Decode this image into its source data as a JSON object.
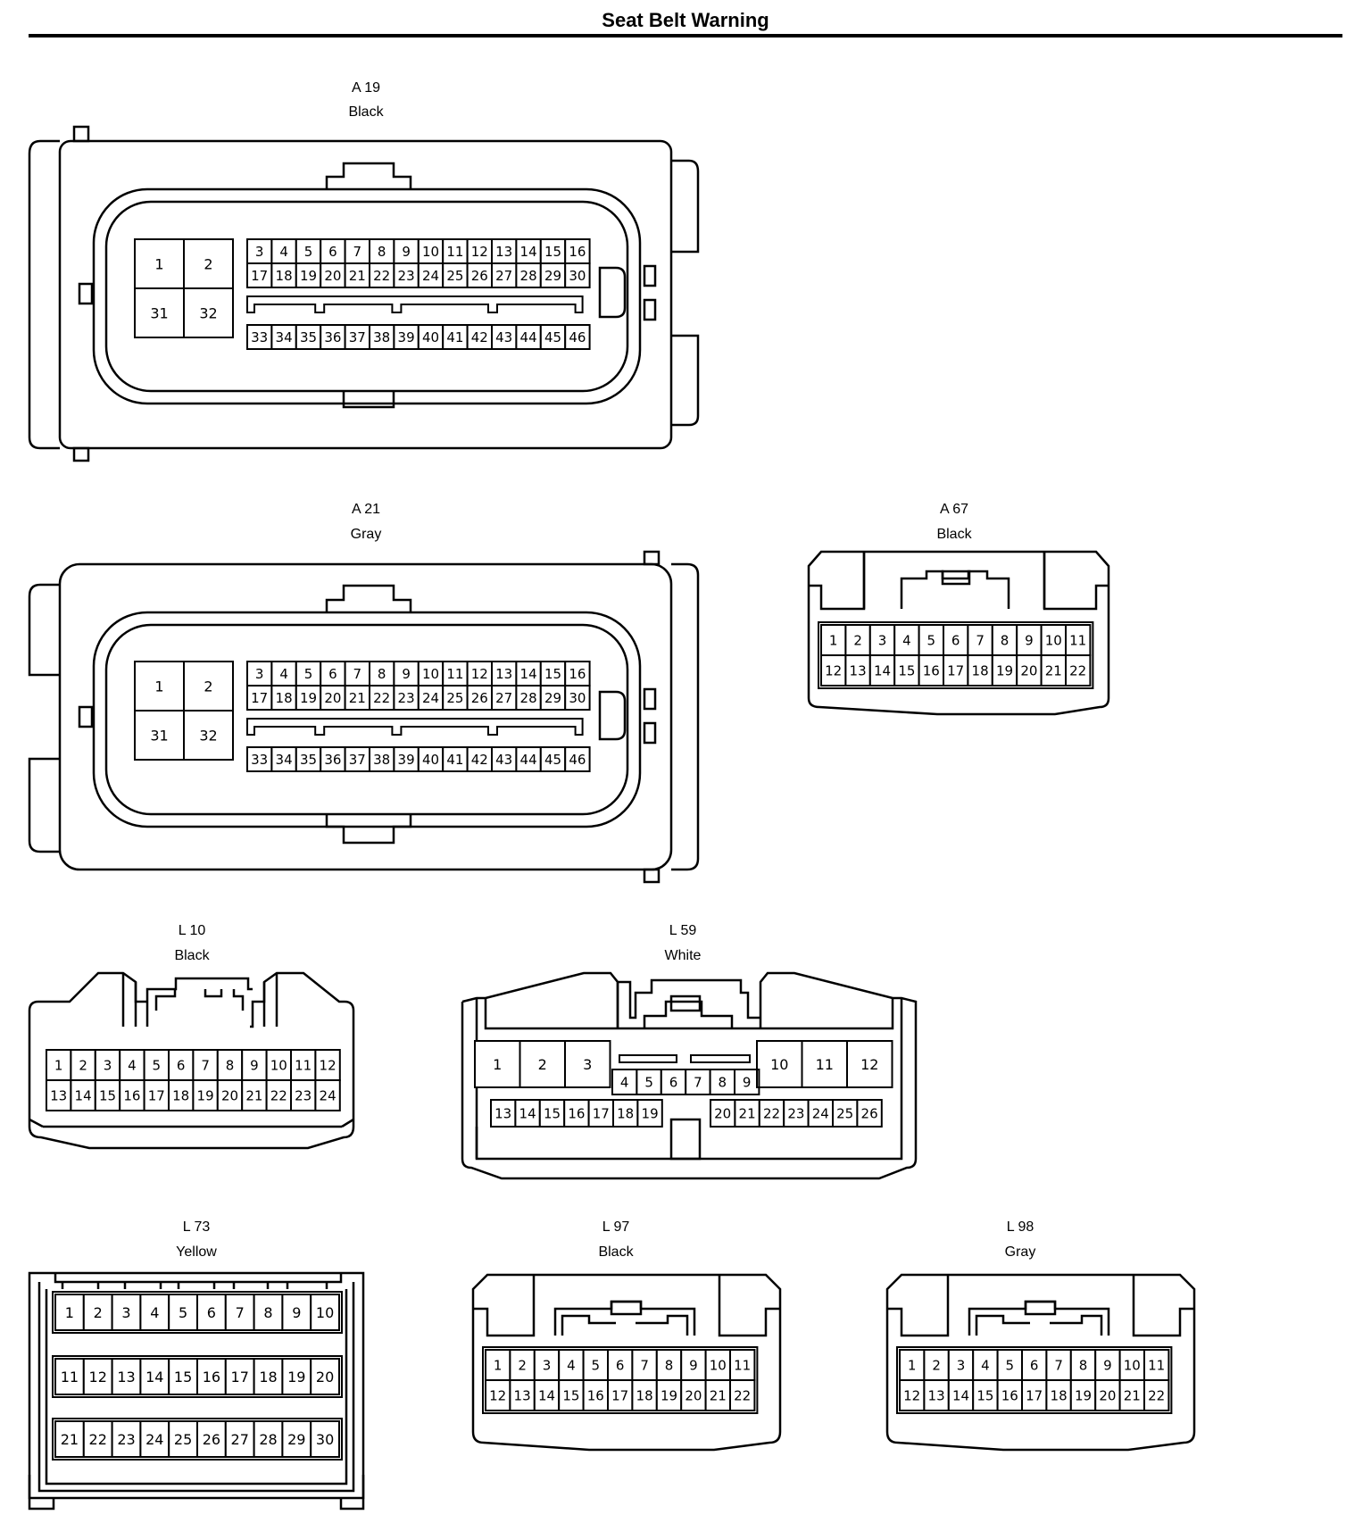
{
  "page": {
    "title": "Seat Belt Warning"
  },
  "connectors": [
    {
      "key": "a19",
      "id": "A 19",
      "color": "Black",
      "style": "ecu",
      "pins": {
        "blocks": [
          [
            "1",
            "2"
          ],
          [
            "31",
            "32"
          ]
        ],
        "row1": [
          "3",
          "4",
          "5",
          "6",
          "7",
          "8",
          "9",
          "10",
          "11",
          "12",
          "13",
          "14",
          "15",
          "16"
        ],
        "row2": [
          "17",
          "18",
          "19",
          "20",
          "21",
          "22",
          "23",
          "24",
          "25",
          "26",
          "27",
          "28",
          "29",
          "30"
        ],
        "row3": [
          "33",
          "34",
          "35",
          "36",
          "37",
          "38",
          "39",
          "40",
          "41",
          "42",
          "43",
          "44",
          "45",
          "46"
        ]
      }
    },
    {
      "key": "a21",
      "id": "A 21",
      "color": "Gray",
      "style": "ecu",
      "pins": {
        "blocks": [
          [
            "1",
            "2"
          ],
          [
            "31",
            "32"
          ]
        ],
        "row1": [
          "3",
          "4",
          "5",
          "6",
          "7",
          "8",
          "9",
          "10",
          "11",
          "12",
          "13",
          "14",
          "15",
          "16"
        ],
        "row2": [
          "17",
          "18",
          "19",
          "20",
          "21",
          "22",
          "23",
          "24",
          "25",
          "26",
          "27",
          "28",
          "29",
          "30"
        ],
        "row3": [
          "33",
          "34",
          "35",
          "36",
          "37",
          "38",
          "39",
          "40",
          "41",
          "42",
          "43",
          "44",
          "45",
          "46"
        ]
      }
    },
    {
      "key": "a67",
      "id": "A 67",
      "color": "Black",
      "style": "small",
      "pins": {
        "row1": [
          "1",
          "2",
          "3",
          "4",
          "5",
          "6",
          "7",
          "8",
          "9",
          "10",
          "11"
        ],
        "row2": [
          "12",
          "13",
          "14",
          "15",
          "16",
          "17",
          "18",
          "19",
          "20",
          "21",
          "22"
        ]
      }
    },
    {
      "key": "l10",
      "id": "L 10",
      "color": "Black",
      "style": "l10",
      "pins": {
        "row1": [
          "1",
          "2",
          "3",
          "4",
          "5",
          "6",
          "7",
          "8",
          "9",
          "10",
          "11",
          "12"
        ],
        "row2": [
          "13",
          "14",
          "15",
          "16",
          "17",
          "18",
          "19",
          "20",
          "21",
          "22",
          "23",
          "24"
        ]
      }
    },
    {
      "key": "l59",
      "id": "L 59",
      "color": "White",
      "style": "l59",
      "pins": {
        "bigLeft": [
          "1",
          "2",
          "3"
        ],
        "mid": [
          "4",
          "5",
          "6",
          "7",
          "8",
          "9"
        ],
        "bigRight": [
          "10",
          "11",
          "12"
        ],
        "bottomLeft": [
          "13",
          "14",
          "15",
          "16",
          "17",
          "18",
          "19"
        ],
        "bottomRight": [
          "20",
          "21",
          "22",
          "23",
          "24",
          "25",
          "26"
        ]
      }
    },
    {
      "key": "l73",
      "id": "L 73",
      "color": "Yellow",
      "style": "l73",
      "pins": {
        "row1": [
          "1",
          "2",
          "3",
          "4",
          "5",
          "6",
          "7",
          "8",
          "9",
          "10"
        ],
        "row2": [
          "11",
          "12",
          "13",
          "14",
          "15",
          "16",
          "17",
          "18",
          "19",
          "20"
        ],
        "row3": [
          "21",
          "22",
          "23",
          "24",
          "25",
          "26",
          "27",
          "28",
          "29",
          "30"
        ]
      }
    },
    {
      "key": "l97",
      "id": "L 97",
      "color": "Black",
      "style": "small",
      "pins": {
        "row1": [
          "1",
          "2",
          "3",
          "4",
          "5",
          "6",
          "7",
          "8",
          "9",
          "10",
          "11"
        ],
        "row2": [
          "12",
          "13",
          "14",
          "15",
          "16",
          "17",
          "18",
          "19",
          "20",
          "21",
          "22"
        ]
      }
    },
    {
      "key": "l98",
      "id": "L 98",
      "color": "Gray",
      "style": "small",
      "pins": {
        "row1": [
          "1",
          "2",
          "3",
          "4",
          "5",
          "6",
          "7",
          "8",
          "9",
          "10",
          "11"
        ],
        "row2": [
          "12",
          "13",
          "14",
          "15",
          "16",
          "17",
          "18",
          "19",
          "20",
          "21",
          "22"
        ]
      }
    }
  ]
}
